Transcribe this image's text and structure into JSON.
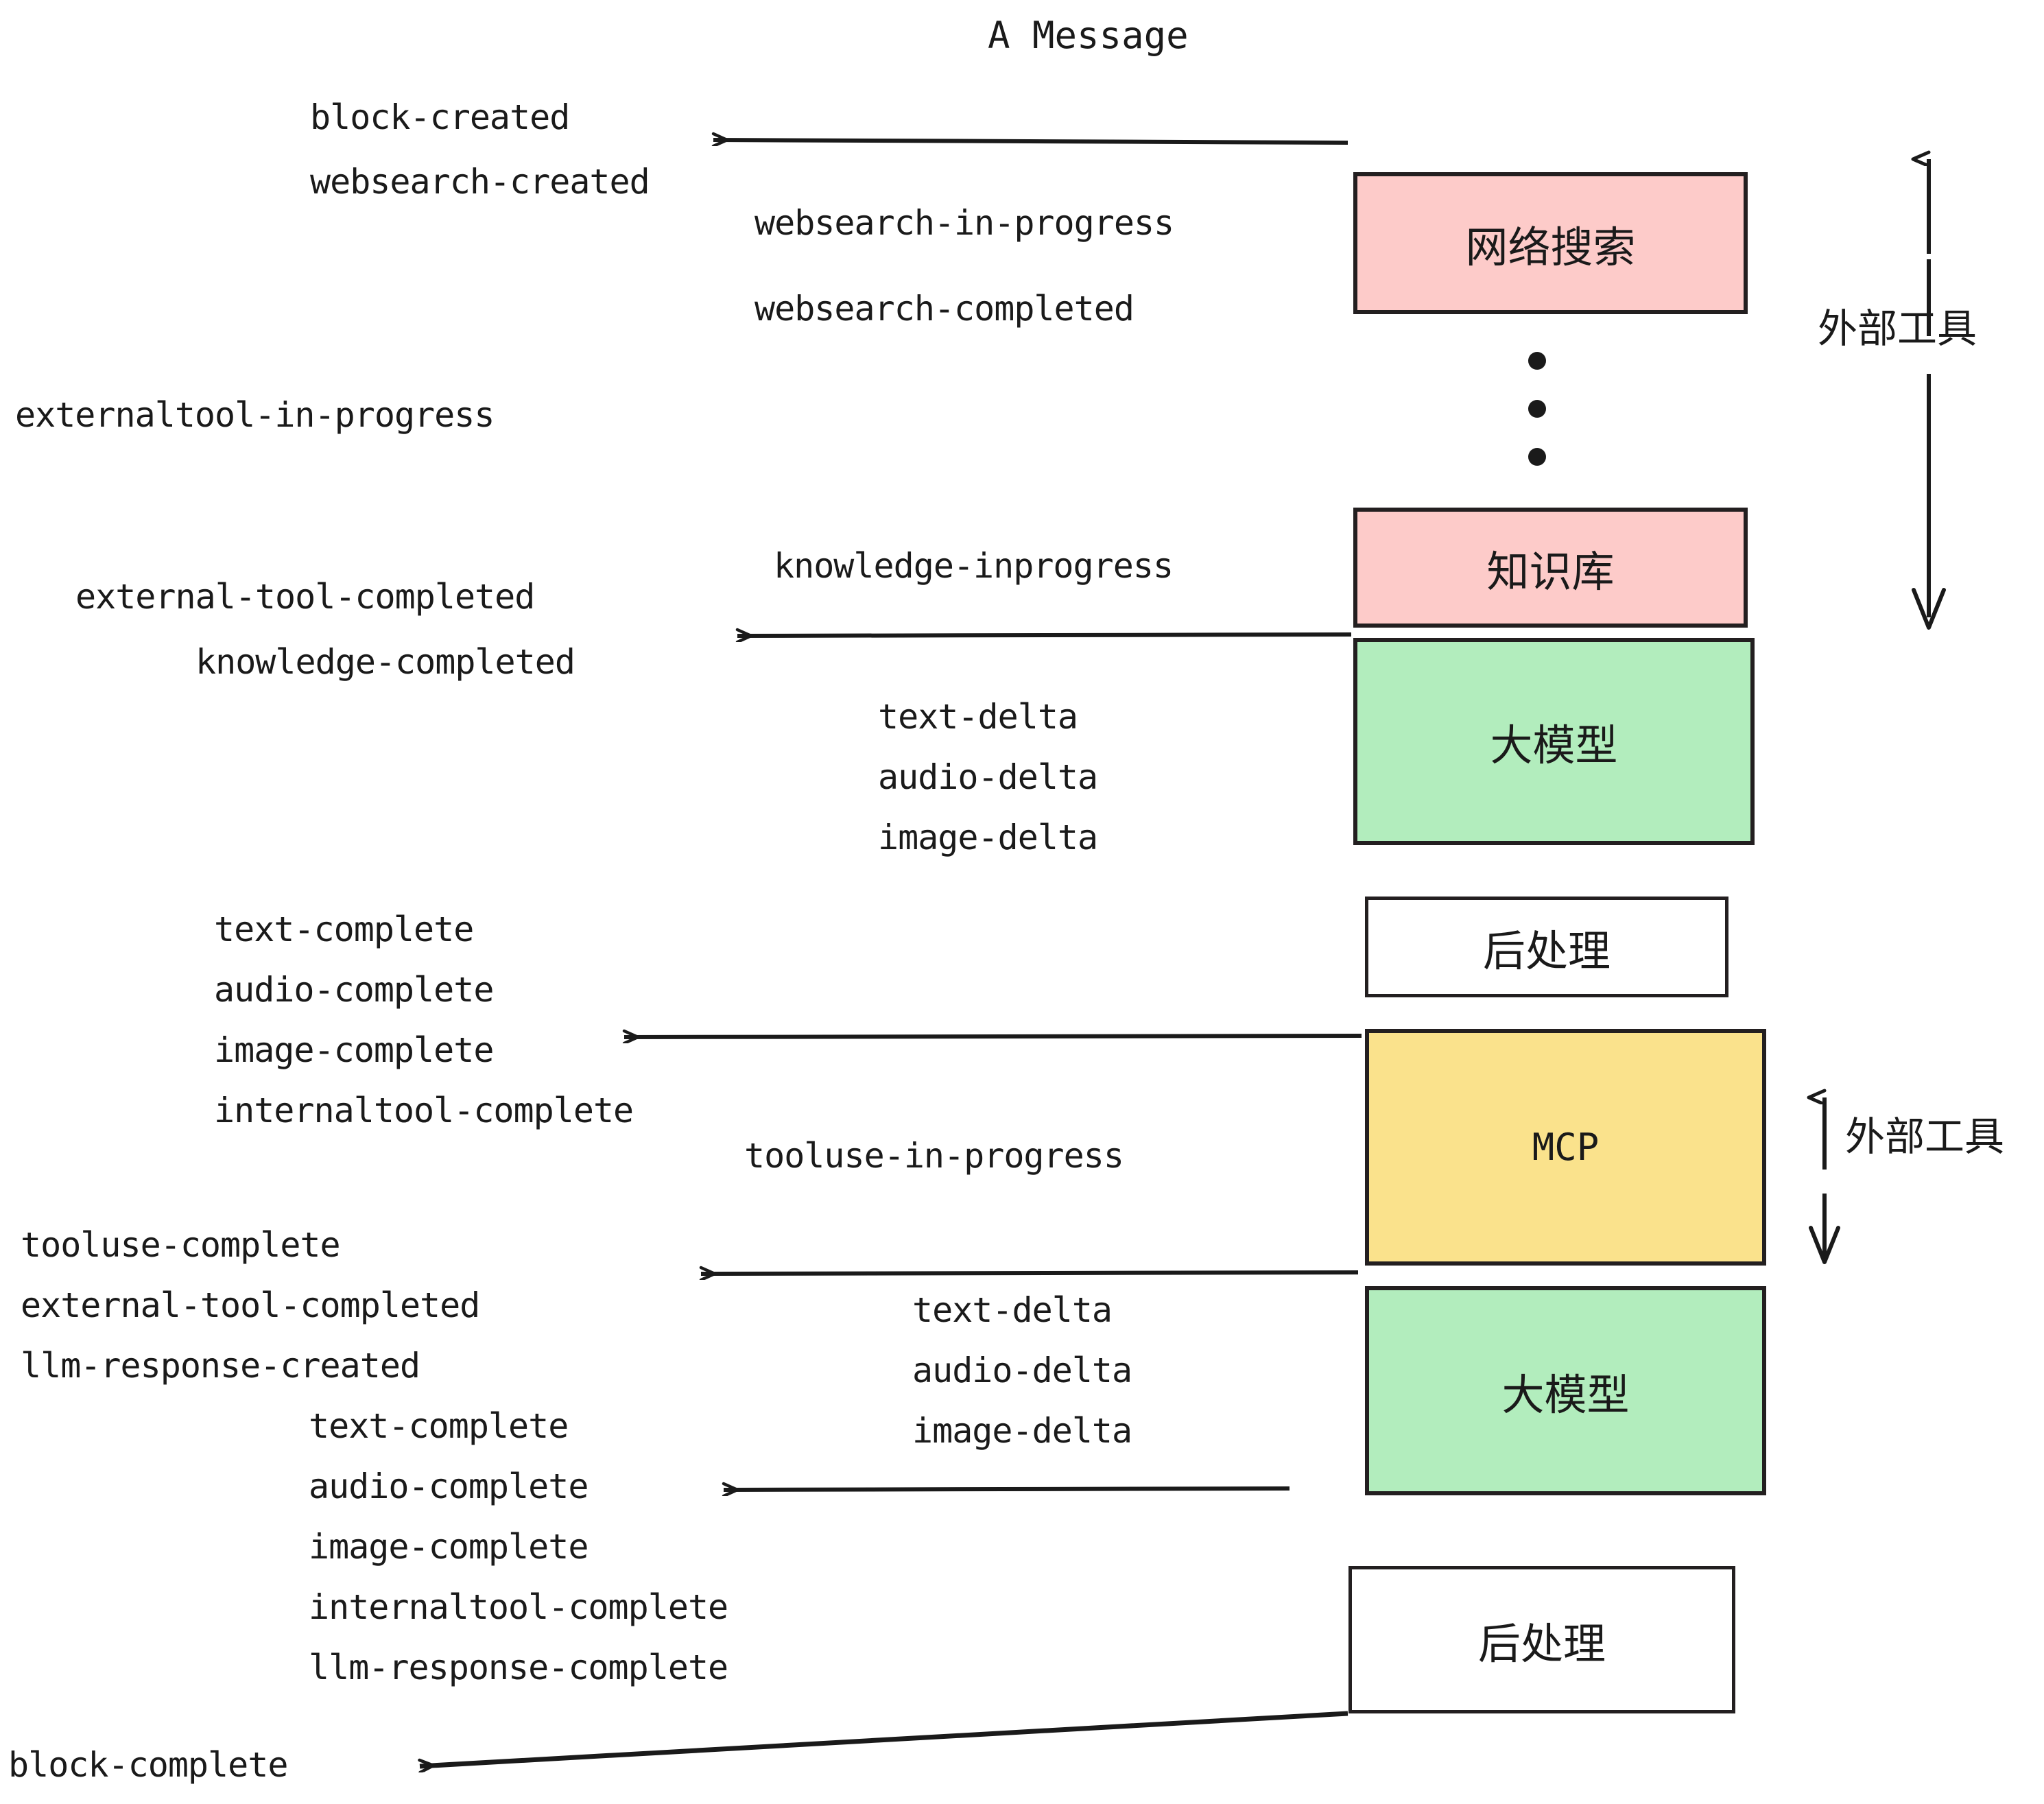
{
  "diagram": {
    "title": "A Message",
    "colors": {
      "pink": "#fdcbc9",
      "green": "#b2edbd",
      "yellow": "#fae28c",
      "white": "#ffffff",
      "stroke": "#231f20",
      "text": "#1a1a1a"
    },
    "boxes": [
      {
        "id": "websearch",
        "label": "网络搜索",
        "fill": "#fdcbc9",
        "mono": false
      },
      {
        "id": "knowledge",
        "label": "知识库",
        "fill": "#fdcbc9",
        "mono": false
      },
      {
        "id": "llm-1",
        "label": "大模型",
        "fill": "#b2edbd",
        "mono": false
      },
      {
        "id": "postprocess-1",
        "label": "后处理",
        "fill": "#ffffff",
        "mono": false
      },
      {
        "id": "mcp",
        "label": "MCP",
        "fill": "#fae28c",
        "mono": true
      },
      {
        "id": "llm-2",
        "label": "大模型",
        "fill": "#b2edbd",
        "mono": false
      },
      {
        "id": "postprocess-2",
        "label": "后处理",
        "fill": "#ffffff",
        "mono": false
      }
    ],
    "side_labels": [
      {
        "id": "external-tool-top",
        "text": "外部工具"
      },
      {
        "id": "external-tool-bottom",
        "text": "外部工具"
      }
    ],
    "events": {
      "block_created": "block-created",
      "websearch_created": "websearch-created",
      "websearch_in_progress": "websearch-in-progress",
      "websearch_completed": "websearch-completed",
      "externaltool_in_progress": "externaltool-in-progress",
      "knowledge_inprogress": "knowledge-inprogress",
      "external_tool_completed_1": "external-tool-completed",
      "knowledge_completed": "knowledge-completed",
      "text_delta_1": "text-delta",
      "audio_delta_1": "audio-delta",
      "image_delta_1": "image-delta",
      "text_complete_1": "text-complete",
      "audio_complete_1": "audio-complete",
      "image_complete_1": "image-complete",
      "internaltool_complete_1": "internaltool-complete",
      "tooluse_in_progress": "tooluse-in-progress",
      "tooluse_complete": "tooluse-complete",
      "external_tool_completed_2": "external-tool-completed",
      "llm_response_created": "llm-response-created",
      "text_delta_2": "text-delta",
      "audio_delta_2": "audio-delta",
      "image_delta_2": "image-delta",
      "text_complete_2": "text-complete",
      "audio_complete_2": "audio-complete",
      "image_complete_2": "image-complete",
      "internaltool_complete_2": "internaltool-complete",
      "llm_response_complete": "llm-response-complete",
      "block_complete": "block-complete"
    }
  }
}
